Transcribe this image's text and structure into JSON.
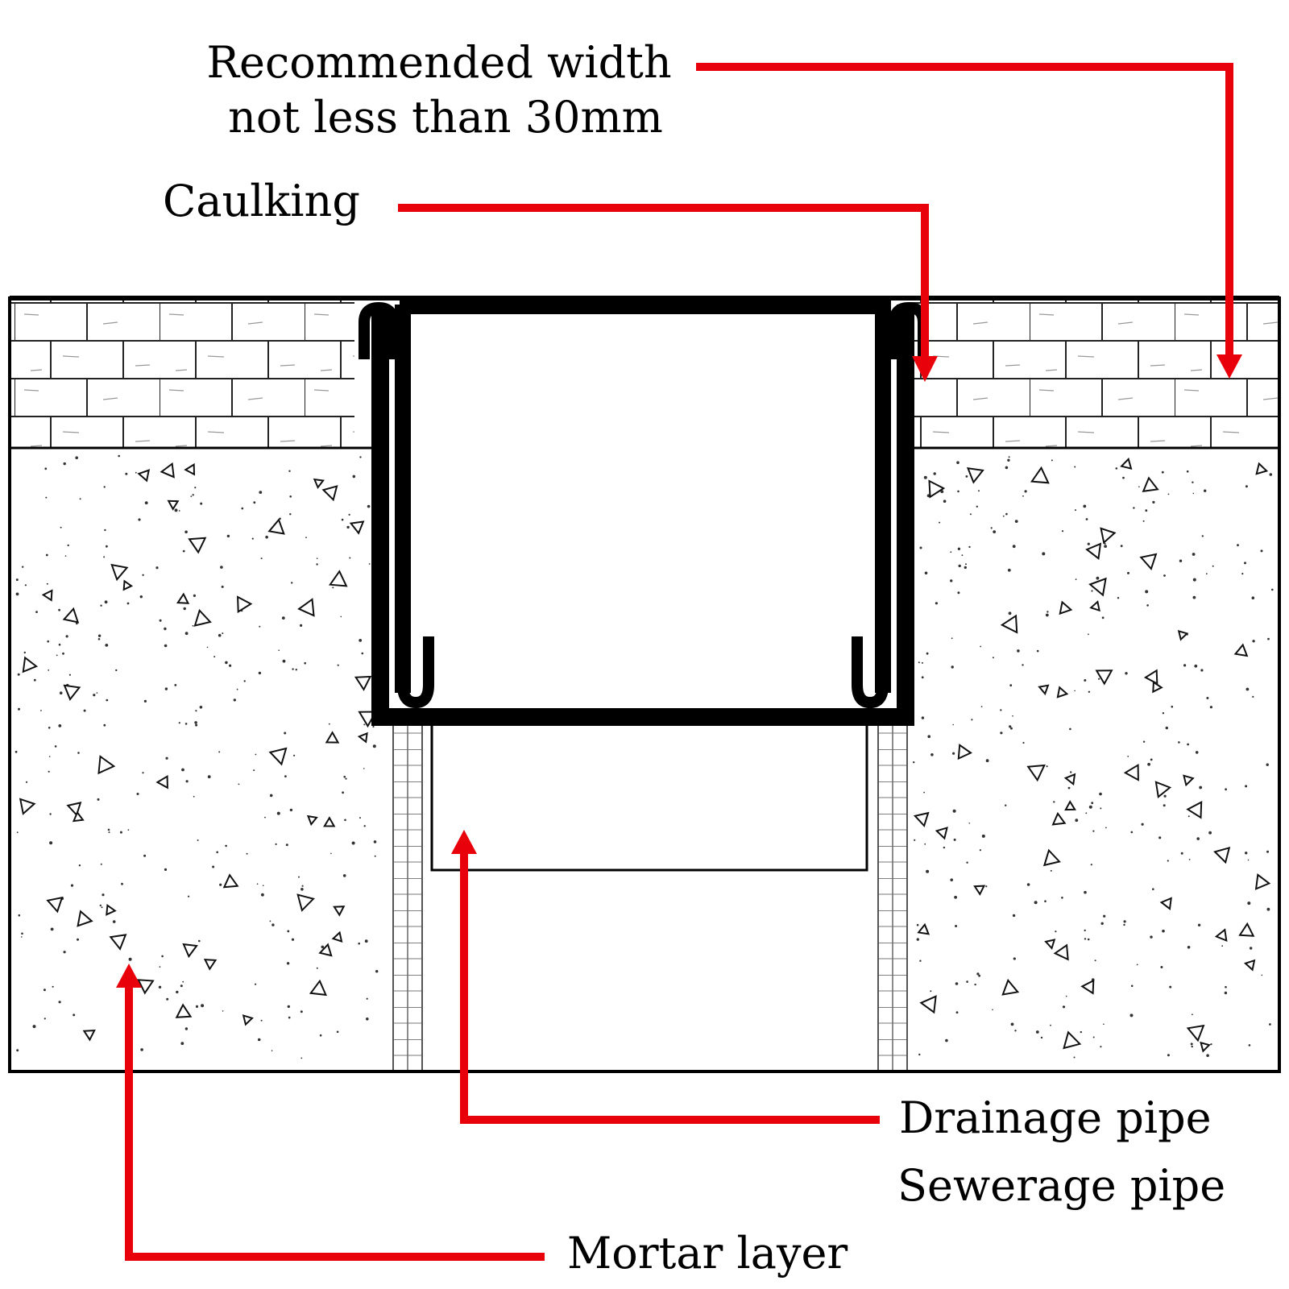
{
  "labels": {
    "width_line1": "Recommended width",
    "width_line2": "not less than 30mm",
    "caulking": "Caulking",
    "drainage": "Drainage pipe",
    "sewerage": "Sewerage pipe",
    "mortar": "Mortar layer"
  },
  "colors": {
    "arrow": "#e8000b",
    "outline": "#000000",
    "background": "#ffffff"
  }
}
